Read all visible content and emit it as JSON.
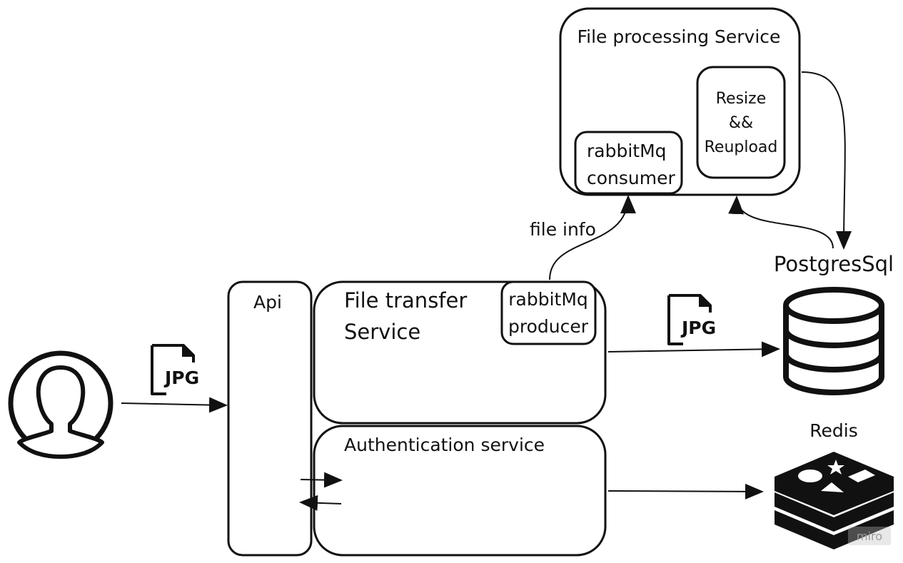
{
  "nodes": {
    "file_processing": {
      "title": "File processing Service"
    },
    "resize": {
      "lines": [
        "Resize",
        "&&",
        "Reupload"
      ]
    },
    "consumer": {
      "lines": [
        "rabbitMq",
        "consumer"
      ]
    },
    "api": {
      "label": "Api"
    },
    "file_transfer": {
      "lines": [
        "File transfer",
        "Service"
      ]
    },
    "producer": {
      "lines": [
        "rabbitMq",
        "producer"
      ]
    },
    "auth": {
      "label": "Authentication service"
    },
    "postgres": {
      "label": "PostgresSql"
    },
    "redis": {
      "label": "Redis"
    }
  },
  "edges": {
    "file_info": {
      "label": "file info"
    }
  },
  "icons": {
    "jpg_user": {
      "icon": "jpg-file-icon",
      "text": "JPG"
    },
    "jpg_db": {
      "icon": "jpg-file-icon",
      "text": "JPG"
    },
    "user": {
      "icon": "user-avatar-icon"
    },
    "database": {
      "icon": "database-icon"
    },
    "redis": {
      "icon": "redis-logo-icon"
    }
  },
  "watermark": {
    "text": "miro"
  }
}
